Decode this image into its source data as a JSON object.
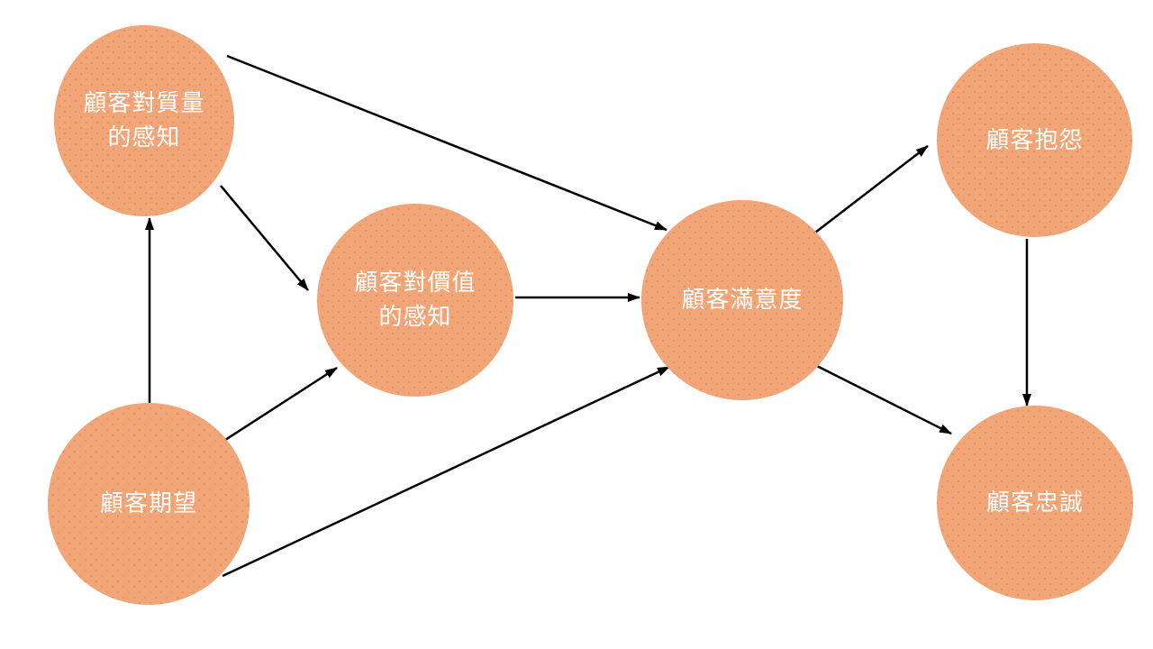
{
  "nodes": {
    "quality": {
      "label": "顧客對質量\n的感知"
    },
    "value": {
      "label": "顧客對價值\n的感知"
    },
    "expectations": {
      "label": "顧客期望"
    },
    "satisfaction": {
      "label": "顧客滿意度"
    },
    "complaints": {
      "label": "顧客抱怨"
    },
    "loyalty": {
      "label": "顧客忠誠"
    }
  },
  "edges": [
    {
      "from": "顧客期望",
      "to": "顧客對質量的感知"
    },
    {
      "from": "顧客期望",
      "to": "顧客對價值的感知"
    },
    {
      "from": "顧客期望",
      "to": "顧客滿意度"
    },
    {
      "from": "顧客對質量的感知",
      "to": "顧客對價值的感知"
    },
    {
      "from": "顧客對質量的感知",
      "to": "顧客滿意度"
    },
    {
      "from": "顧客對價值的感知",
      "to": "顧客滿意度"
    },
    {
      "from": "顧客滿意度",
      "to": "顧客抱怨"
    },
    {
      "from": "顧客滿意度",
      "to": "顧客忠誠"
    },
    {
      "from": "顧客抱怨",
      "to": "顧客忠誠"
    }
  ],
  "colors": {
    "node_fill": "#F2A678",
    "node_text": "#FFFFFF",
    "arrow": "#000000",
    "background": "#FFFFFF"
  }
}
